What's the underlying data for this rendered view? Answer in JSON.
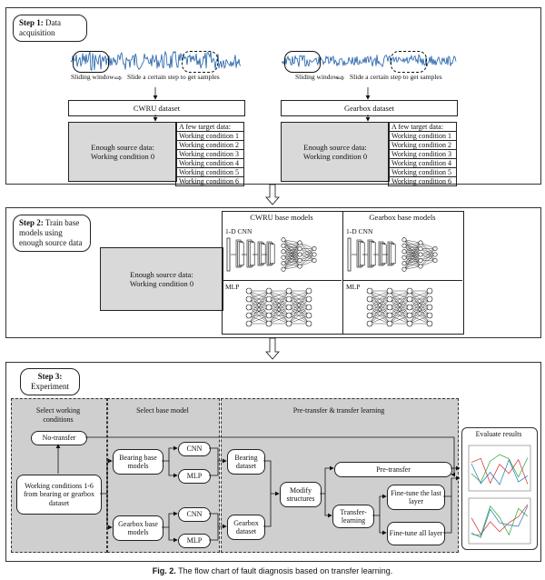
{
  "step1": {
    "label_bold": "Step 1:",
    "label_rest": " Data acquisition",
    "left": {
      "sliding_window": "Sliding window",
      "slide_text": "Slide a certain step to get samples",
      "dataset": "CWRU dataset",
      "source_line1": "Enough source data:",
      "source_line2": "Working condition 0",
      "target_header": "A few target data:",
      "conditions": [
        "Working condition 1",
        "Working condition 2",
        "Working condition 3",
        "Working condition 4",
        "Working condition 5",
        "Working condition 6"
      ]
    },
    "right": {
      "sliding_window": "Sliding window",
      "slide_text": "Slide a certain step to get samples",
      "dataset": "Gearbox dataset",
      "source_line1": "Enough source data:",
      "source_line2": "Working condition 0",
      "target_header": "A few target data:",
      "conditions": [
        "Working condition 1",
        "Working condition 2",
        "Working condition 3",
        "Working condition 4",
        "Working condition 5",
        "Working condition 6"
      ]
    },
    "signal_color": "#1f5fa8"
  },
  "step2": {
    "label_bold": "Step 2:",
    "label_rest": " Train base models using enough source data",
    "source_line1": "Enough source data:",
    "source_line2": "Working condition 0",
    "cwru_title": "CWRU base models",
    "gear_title": "Gearbox base models",
    "cnn_label": "1-D CNN",
    "mlp_label": "MLP"
  },
  "step3": {
    "label_bold": "Step 3:",
    "label_rest": "Experiment",
    "col1_title": "Select working conditions",
    "col2_title": "Select base model",
    "col3_title": "Pre-transfer & transfer learning",
    "no_transfer": "No-transfer",
    "working_conditions": "Working conditions 1-6 from bearing or gearbox dataset",
    "bearing_base": "Bearing base models",
    "gearbox_base": "Gearbox base models",
    "cnn": "CNN",
    "mlp": "MLP",
    "bearing_dataset": "Bearing dataset",
    "gearbox_dataset": "Gearbox dataset",
    "modify": "Modify structures",
    "pre_transfer": "Pre-transfer",
    "transfer_learning": "Transfer-learning",
    "finetune_last": "Fine-tune the last layer",
    "finetune_all": "Fine-tune all layer",
    "evaluate": "Evaluate results"
  },
  "caption": {
    "fig": "Fig. 2.",
    "text": " The flow chart of fault diagnosis based on transfer learning."
  }
}
